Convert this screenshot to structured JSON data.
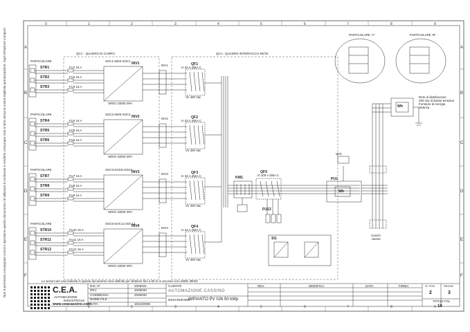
{
  "side_note": "Non è permesso consegnare a terzi o riprodurre questo documento né utilizzare il contenuto o renderlo comunque noto a terzi senza la nostra esplicita autorizzazione. Ogni infrazione comporta il risarcimento dei danni subiti. È fatta riserva di tutti i diritti derivanti da brevetti o modelli.",
  "columns": [
    "0",
    "1",
    "2",
    "3",
    "4",
    "5",
    "6",
    "7",
    "8",
    "9"
  ],
  "rows": [
    "A",
    "B",
    "C",
    "D",
    "E",
    "F"
  ],
  "sections": {
    "qcc": "QCC - QUADRO DI CAMPO",
    "qca": "QCA - QUADRO INTERFACCIA RETE",
    "particolare_a": "PARTICOLARE \"A\"",
    "particolare_b": "PARTICOLARE \"B\""
  },
  "particolare_label": "PARTICOLARE",
  "strings": [
    "STR1",
    "STR2",
    "STR3",
    "STR4",
    "STR5",
    "STR6",
    "STR7",
    "STR8",
    "STR9",
    "STR10",
    "STR11",
    "STR12"
  ],
  "fuses": [
    "FU1 16 A",
    "FU2 16 A",
    "FU3 16 A",
    "FU4 16 A",
    "FU5 16 A",
    "FU6 16 A",
    "FU7 16 A",
    "FU8 16 A",
    "FU9 16 A",
    "FU10 16 A",
    "FU11 16 A",
    "FU12 16 A"
  ],
  "inverters": [
    "INV1",
    "INV2",
    "INV3",
    "INV4"
  ],
  "inverter_cables": [
    "SOC1-6003-SOC1",
    "SOC2-6005-SOC4",
    "SOC3-SOC8-SOC9",
    "SOC5-SOC11-SOC12"
  ],
  "inverter_models": [
    "SIRIO 10000 SPA",
    "SIRIO 10000 SPA",
    "SIRIO 10000 SPA",
    "SIRIO 10000 SPA"
  ],
  "breakers_inv": [
    "INV1",
    "INV2",
    "INV3",
    "INV4"
  ],
  "qf": [
    {
      "name": "QF1",
      "spec": "In 32 A 25kA C",
      "spec2": "Vn 400 Vac"
    },
    {
      "name": "QF2",
      "spec": "In 32 A 25kA C",
      "spec2": "Vn 400 Vac"
    },
    {
      "name": "QF3",
      "spec": "In 32 A 25kA C",
      "spec2": "Vn 400 Vac"
    },
    {
      "name": "QF4",
      "spec": "In 32 A 25kA C",
      "spec2": "Vn 400 Vac"
    }
  ],
  "qf5": {
    "name": "QF5",
    "spec": "In 100 A 25kA C",
    "spec2": "Vn 400 Vac"
  },
  "km1": "KM1",
  "pu1": "PU1",
  "fu13": "FU13",
  "si1": "SI1",
  "wh_label": "Wh",
  "qf6_label": "QF6",
  "rete_note": [
    "Rete di distribuzione",
    "400 Vac di bassa tensione",
    "Fornitore di energia",
    "elettrica"
  ],
  "carichi": [
    "Carichi",
    "Utente"
  ],
  "footer_note": "Le sezioni dei cavi indicate in questo documento sono definite per distanze fino a 50 m in accordo con LINEE 30023",
  "company": {
    "name": "C.E.A.",
    "line1": "AUTOMAZIONE",
    "line2": "INDUSTRIALE",
    "web": "www.ceacassino.com"
  },
  "title_block": {
    "labels": [
      "DIS. N°",
      "REV.",
      "COMMESSA",
      "NOME FILE",
      "DATA"
    ],
    "values": [
      "2006031",
      "2006030",
      "2006030",
      "",
      "15/10/2005"
    ],
    "cliente_label": "CLIENTE",
    "cliente_value": "AUTOMAZIONE CASSINO",
    "descr_label": "DESCRIZIONE",
    "descr_value": "IMPIANTO PV 026 50 kWp",
    "rev_headers": [
      "REV.",
      "MODIFICA",
      "DATA",
      "FIRMA"
    ],
    "foglio_label": "N° FOG.",
    "seguito_label": "SEGUE",
    "foglio": "2",
    "seguito": "3",
    "totale_label": "TOTALE FGL.",
    "totale": "10"
  }
}
